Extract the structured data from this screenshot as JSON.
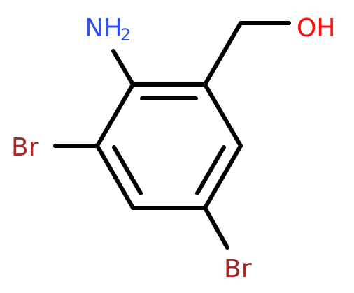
{
  "molecule": {
    "atoms": {
      "amino": {
        "label": "NH",
        "subscript": "2",
        "color": "#3050F8"
      },
      "hydroxyl": {
        "label": "OH",
        "color": "#FF0D0D"
      },
      "bromo_left": {
        "label": "Br",
        "color": "#A62929"
      },
      "bromo_bottom": {
        "label": "Br",
        "color": "#A62929"
      }
    },
    "bond_color": "#000000"
  }
}
